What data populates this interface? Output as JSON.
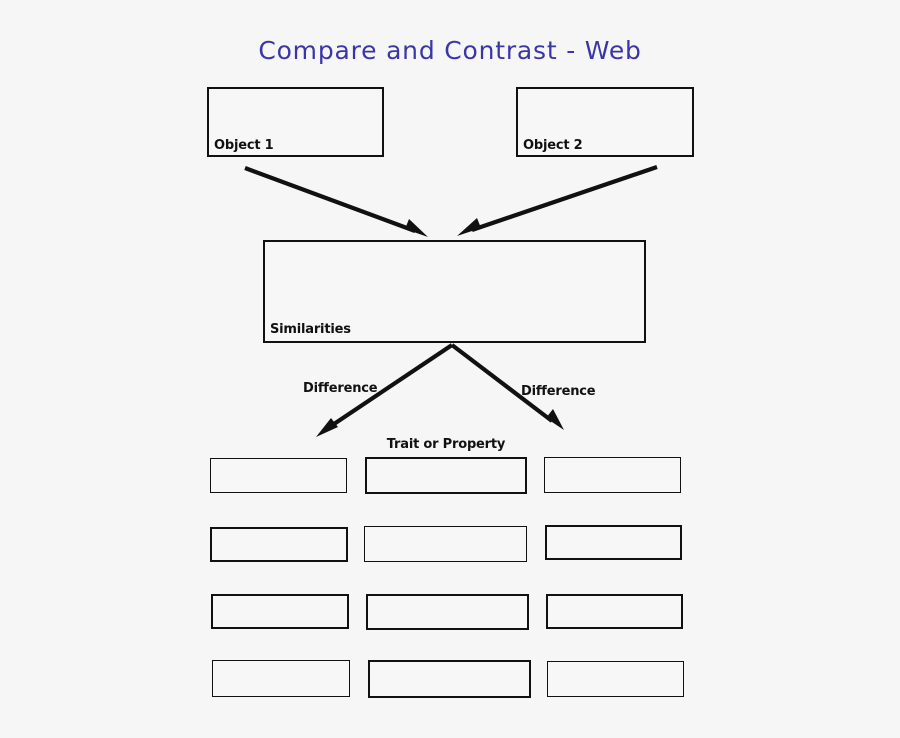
{
  "page": {
    "title": "Compare and Contrast - Web",
    "background_color": "#f6f6f6",
    "title_color": "#3b36a8",
    "ink_color": "#111111"
  },
  "diagram": {
    "top_boxes": [
      {
        "label": "Object 1"
      },
      {
        "label": "Object 2"
      }
    ],
    "similarities_box": {
      "label": "Similarities"
    },
    "difference_labels": [
      {
        "label": "Difference"
      },
      {
        "label": "Difference"
      }
    ],
    "trait_header": "Trait or Property",
    "trait_grid": {
      "rows": 4,
      "columns": 3,
      "cells": [
        [
          {
            "value": ""
          },
          {
            "value": ""
          },
          {
            "value": ""
          }
        ],
        [
          {
            "value": ""
          },
          {
            "value": ""
          },
          {
            "value": ""
          }
        ],
        [
          {
            "value": ""
          },
          {
            "value": ""
          },
          {
            "value": ""
          }
        ],
        [
          {
            "value": ""
          },
          {
            "value": ""
          },
          {
            "value": ""
          }
        ]
      ]
    },
    "arrows": [
      {
        "name": "object1-to-similarities",
        "direction": "down-right"
      },
      {
        "name": "object2-to-similarities",
        "direction": "down-left"
      },
      {
        "name": "similarities-to-difference-left",
        "direction": "down-left"
      },
      {
        "name": "similarities-to-difference-right",
        "direction": "down-right"
      }
    ]
  }
}
